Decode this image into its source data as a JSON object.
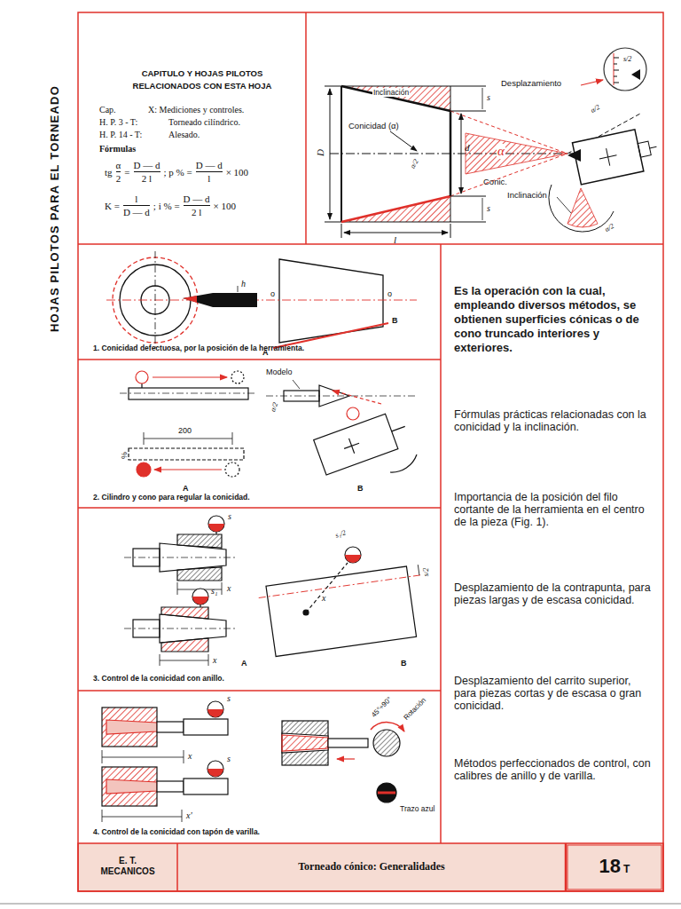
{
  "diagram": {
    "title": "HOJAS PILOTOS PARA EL TORNEADO",
    "nodes": [
      {
        "text": [
          "CAPITULO Y HOJAS PILOTOS RELACIONADOS CON ESTA HOJA",
          "Cap.",
          "X: Mediciones y controles.",
          "H. P. 3 - T:",
          "Torneado cilíndrico.",
          "H. P. 14 - T:",
          "Alesado.",
          "Fórmulas"
        ]
      },
      {
        "text": [
          "1. Conicidad defectuosa, por la posición de la herramienta."
        ]
      },
      {
        "text": [
          "2. Cilindro y cono para regular la conicidad."
        ]
      },
      {
        "text": [
          "3. Control de la conicidad con anillo."
        ]
      },
      {
        "text": [
          "4. Control de la conicidad con tapón de varilla."
        ]
      },
      {
        "text": [
          "Es la operación con la cual, empleando diversos métodos, se obtienen superficies cónicas o de cono truncado interiores y exteriores.",
          "Fórmulas prácticas relacionadas con la conicidad y la inclinación.",
          "Importancia de la posición del filo cortante de la herramienta en el centro de la pieza (Fig. 1).",
          "Desplazamiento de la contrapunta, para piezas largas y de escasa conicidad.",
          "Desplazamiento del carrito superior, para piezas cortas y de escasa o gran conicidad.",
          "Métodos perfeccionados de control, con calibres de anillo y de varilla."
        ]
      },
      {
        "text": [
          "E. T. MECANICOS"
        ]
      },
      {
        "text": [
          "Torneado cónico: Generalidades"
        ]
      },
      {
        "text": [
          "18",
          "T"
        ]
      }
    ],
    "labels": [
      "tg",
      "α",
      "2",
      "=",
      "D — d",
      "2 l",
      "; p % =",
      "D — d",
      "l",
      "× 100",
      "K =",
      "l",
      "D — d",
      "; i % =",
      "D — d",
      "2 l",
      "× 100",
      "Inclinación",
      "Desplazamiento",
      "s",
      "D",
      "Conicidad (α)",
      "α/2",
      "d",
      "s",
      "l",
      "α",
      "Conic.",
      "Inclinación",
      "α/2",
      "α/2",
      "s/2",
      "h",
      "o",
      "o",
      "A",
      "B",
      "200",
      "%",
      "A",
      "Modelo",
      "α/2",
      "B",
      "s",
      "x",
      "s₁",
      "x",
      "A",
      "s₁/2",
      "s/2",
      "x",
      "B",
      "s",
      "x",
      "s",
      "x'",
      "45°÷90°",
      "Rotación",
      "Trazo azul"
    ]
  }
}
